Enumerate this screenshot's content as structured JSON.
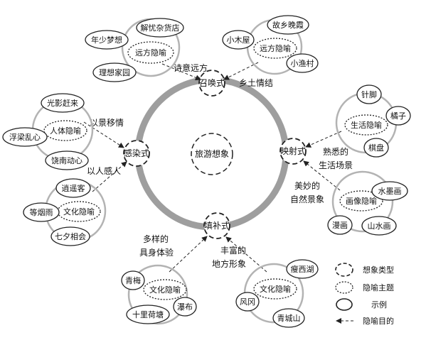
{
  "center": {
    "label": "旅游想象"
  },
  "nodes": {
    "top": "召唤式",
    "right": "映射式",
    "bottom": "填补式",
    "left": "感染式"
  },
  "edges": {
    "top_left": "诗意远方",
    "top_right": "乡土情结",
    "right_top": [
      "熟悉的",
      "生活场景"
    ],
    "right_bottom": [
      "美妙的",
      "自然景象"
    ],
    "bottom_left": [
      "多样的",
      "具身体验"
    ],
    "bottom_right": [
      "丰富的",
      "地方形象"
    ],
    "left_top": "以景移情",
    "left_bottom": "以人感人"
  },
  "clusters": {
    "yuanfang": {
      "theme": "远方隐喻",
      "examples": [
        "解忧杂货店",
        "年少梦想",
        "理想家园"
      ]
    },
    "xiangtu": {
      "theme": "远方隐喻",
      "examples": [
        "故乡晚霞",
        "小木屋",
        "小渔村"
      ]
    },
    "shenghuo": {
      "theme": "生活隐喻",
      "examples": [
        "针脚",
        "橘子",
        "棋盘"
      ]
    },
    "huaxiang": {
      "theme": "画像隐喻",
      "examples": [
        "水墨画",
        "漫画",
        "山水画"
      ]
    },
    "wenhua_bottom_right": {
      "theme": "文化隐喻",
      "examples": [
        "瘦西湖",
        "风冈",
        "青城山"
      ]
    },
    "wenhua_bottom_left": {
      "theme": "文化隐喻",
      "examples": [
        "青梅",
        "十里荷塘",
        "瀑布"
      ]
    },
    "wenhua_left": {
      "theme": "文化隐喻",
      "examples": [
        "逍遥客",
        "等烟雨",
        "七夕相会"
      ]
    },
    "renti": {
      "theme": "人体隐喻",
      "examples": [
        "光影赶来",
        "浮梁乱心",
        "饶南动心"
      ]
    }
  },
  "legend": [
    {
      "shape": "dashed-circle",
      "label": "想象类型"
    },
    {
      "shape": "dotted-ellipse",
      "label": "隐喻主题"
    },
    {
      "shape": "solid-ellipse",
      "label": "示例"
    },
    {
      "shape": "dashed-arrow",
      "label": "隐喻目的"
    }
  ],
  "colors": {
    "ring": "#9e9e9e",
    "outline": "#222222",
    "cluster_ring": "#b3b3b3"
  }
}
